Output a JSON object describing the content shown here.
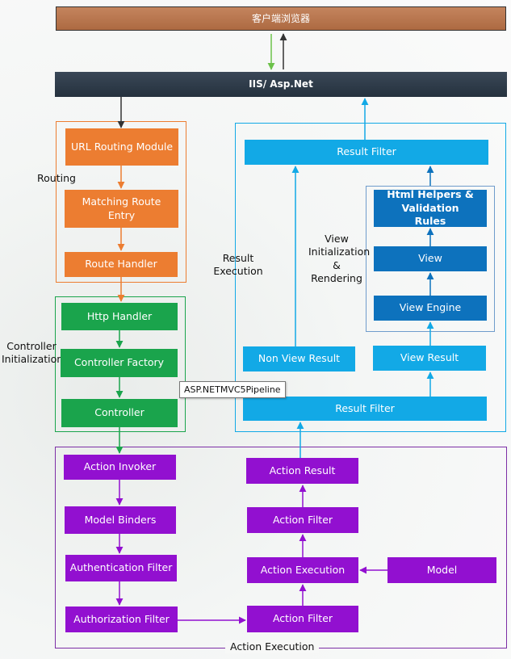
{
  "top": {
    "browser": "客户端浏览器",
    "iis": "IIS/ Asp.Net"
  },
  "routing": {
    "label": "Routing",
    "url_routing_module": "URL Routing Module",
    "matching_route_entry": "Matching Route Entry",
    "route_handler": "Route Handler"
  },
  "controller_init": {
    "label": "Controller Initialization",
    "http_handler": "Http Handler",
    "controller_factory": "Controller Factory",
    "controller": "Controller"
  },
  "tooltip": "ASP.NETMVC5Pipeline",
  "result_execution": {
    "label": "Result Execution",
    "result_filter_top": "Result Filter",
    "result_filter_bottom": "Result Filter",
    "non_view_result": "Non View Result",
    "view_result": "View Result",
    "view_init_label": "View Initialization & Rendering",
    "html_helpers": "Html Helpers & Validation Rules",
    "view": "View",
    "view_engine": "View Engine"
  },
  "action_execution": {
    "label": "Action Execution",
    "action_invoker": "Action Invoker",
    "model_binders": "Model Binders",
    "authentication_filter": "Authentication Filter",
    "authorization_filter": "Authorization Filter",
    "action_result": "Action Result",
    "action_filter_upper": "Action Filter",
    "action_execution_box": "Action Execution",
    "action_filter_lower": "Action Filter",
    "model": "Model"
  },
  "colors": {
    "orange": "#ec7d31",
    "green": "#1aa44c",
    "blue": "#12a9e6",
    "dark_blue": "#0d72bd",
    "purple": "#9210d0",
    "iis_bar": "#2d3b4a",
    "browser_bar": "#b9724a"
  }
}
